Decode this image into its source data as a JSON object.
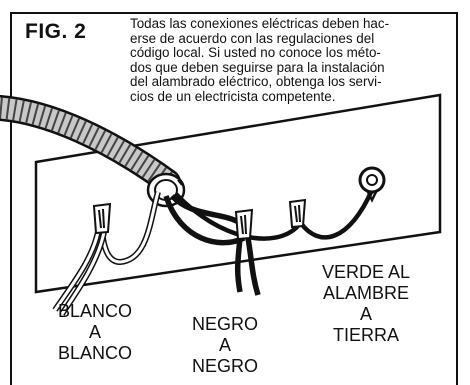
{
  "figure": {
    "label": "FIG. 2",
    "caption_lines": [
      "Todas las conexiones eléctricas deben hac-",
      "erse de acuerdo con las regulaciones del",
      "código local. Si usted no conoce los méto-",
      "dos que deben seguirse para la instalación",
      "del alambrado eléctrico, obtenga los servi-",
      "cios de un electricista competente."
    ]
  },
  "labels": {
    "blanco": [
      "BLANCO",
      "A",
      "BLANCO"
    ],
    "negro": [
      "NEGRO",
      "A",
      "NEGRO"
    ],
    "verde": [
      "VERDE AL",
      "ALAMBRE",
      "A",
      "TIERRA"
    ]
  },
  "colors": {
    "ink": "#111111",
    "background": "#ffffff",
    "conduit": "#c8c8c8"
  }
}
